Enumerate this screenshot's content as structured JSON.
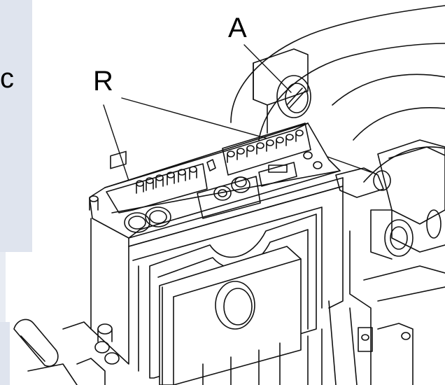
{
  "labels": {
    "a": "A",
    "r": "R",
    "c": "c"
  },
  "colors": {
    "background": "#ffffff",
    "left_panel": "#dfe4ee",
    "line": "#111111"
  }
}
